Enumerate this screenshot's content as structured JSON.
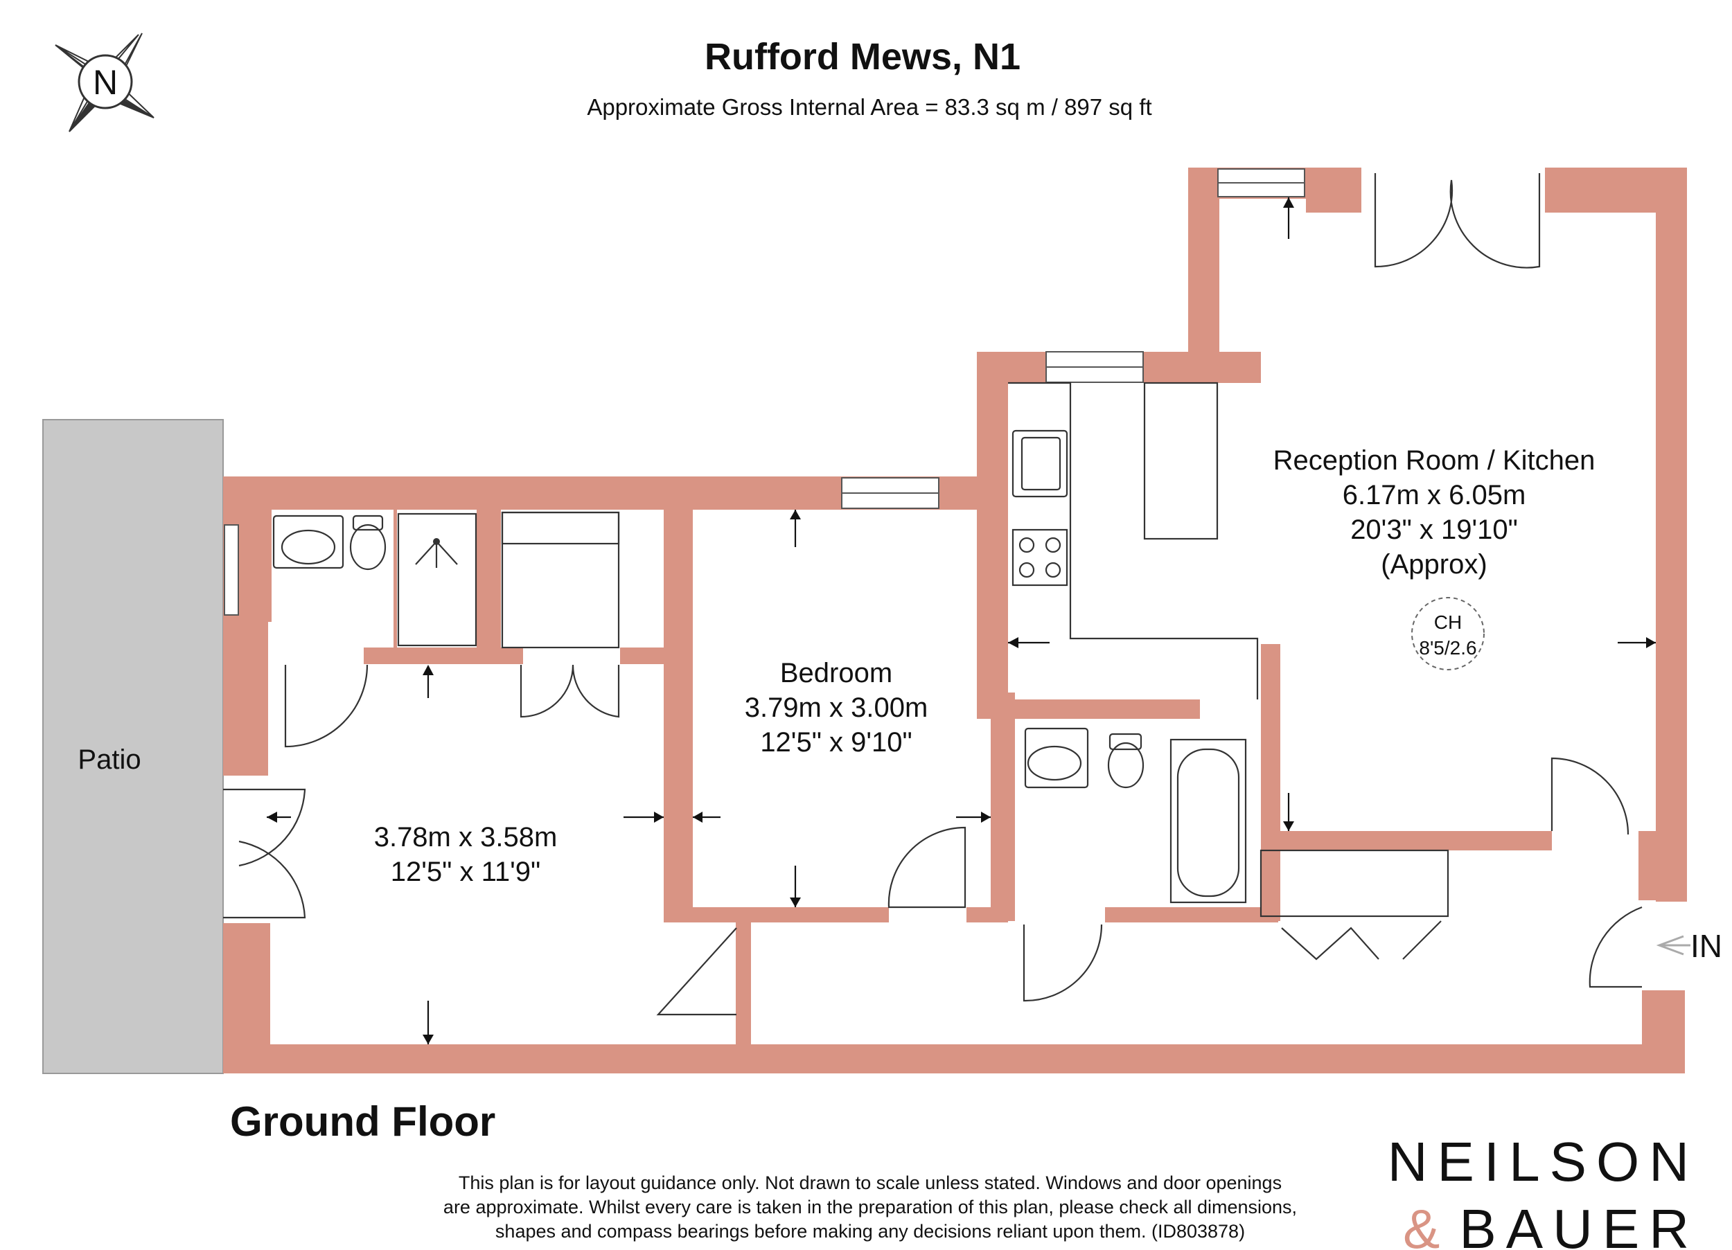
{
  "header": {
    "title": "Rufford Mews, N1",
    "subtitle": "Approximate Gross Internal Area = 83.3 sq m / 897 sq ft"
  },
  "compass": {
    "letter": "N",
    "icon": "north-compass-icon"
  },
  "rooms": {
    "reception": {
      "name": "Reception Room / Kitchen",
      "metric": "6.17m x 6.05m",
      "imperial": "20'3\" x 19'10\"",
      "note": "(Approx)"
    },
    "bedroom": {
      "name": "Bedroom",
      "metric": "3.79m x 3.00m",
      "imperial": "12'5\" x 9'10\""
    },
    "second_room": {
      "metric": "3.78m x 3.58m",
      "imperial": "12'5\" x 11'9\""
    },
    "patio": {
      "name": "Patio"
    }
  },
  "ceiling_height": {
    "label": "CH",
    "value": "8'5/2.6"
  },
  "entrance": {
    "label": "IN"
  },
  "floor_label": "Ground Floor",
  "disclaimer": {
    "line1": "This plan is for layout guidance only. Not drawn to scale unless stated. Windows and door openings",
    "line2": "are approximate. Whilst every care is taken in the preparation of this plan, please check all dimensions,",
    "line3": "shapes and compass bearings before making any decisions reliant upon them. (ID803878)"
  },
  "brand": {
    "line1": "NEILSON",
    "line2_amp": "&",
    "line2": "BAUER",
    "amp_color": "#d99484"
  },
  "colors": {
    "wall": "#d99484",
    "patio": "#c8c8c8"
  }
}
